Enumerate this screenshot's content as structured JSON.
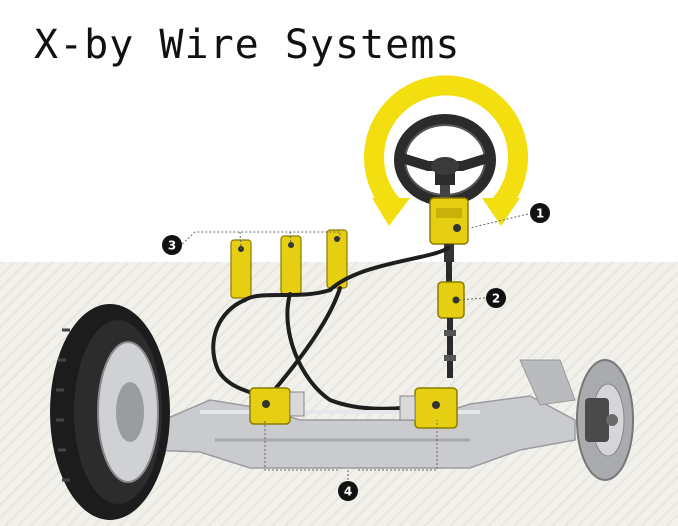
{
  "title": "X-by Wire Systems",
  "callouts": [
    {
      "id": "1",
      "label": "1"
    },
    {
      "id": "2",
      "label": "2"
    },
    {
      "id": "3",
      "label": "3"
    },
    {
      "id": "4",
      "label": "4"
    }
  ],
  "colors": {
    "accent_yellow": "#f3de10",
    "component_yellow": "#e6cf12",
    "marker_black": "#111111",
    "wire": "#1e1e1e",
    "frame_silver": "#c9cbcf"
  },
  "icons": [
    "steering-wheel-icon",
    "rotation-arrow-icon",
    "tire-icon",
    "brake-disc-icon"
  ]
}
